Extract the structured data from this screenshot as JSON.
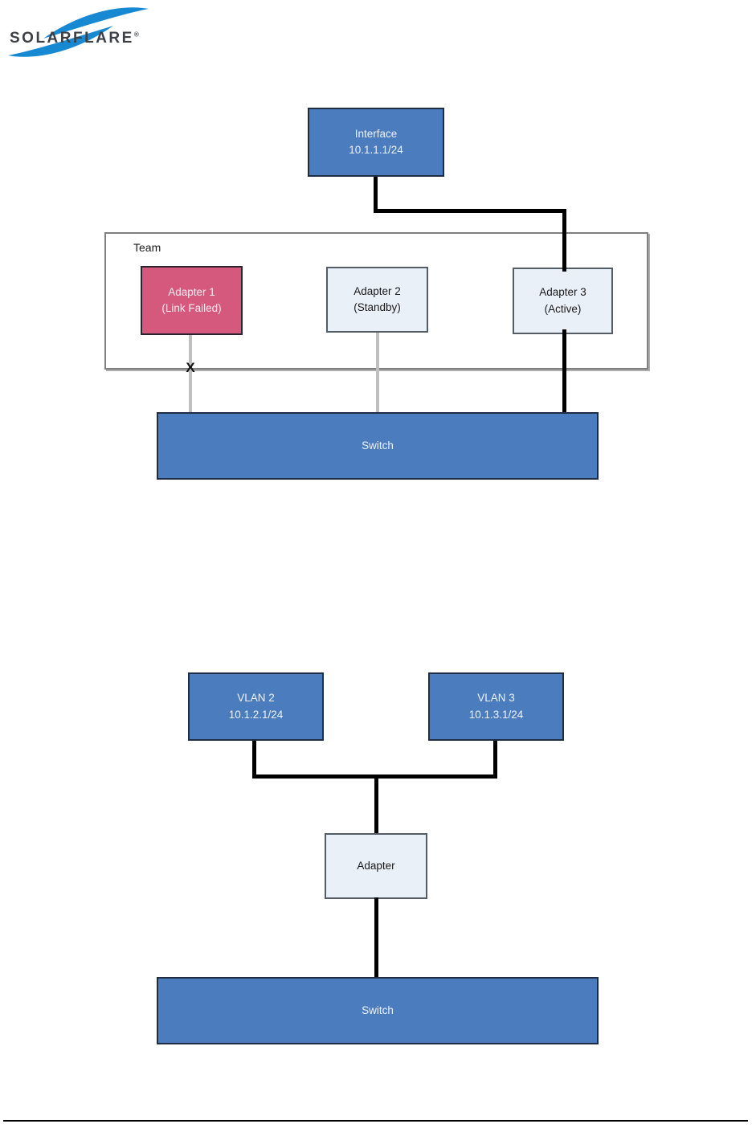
{
  "logo": {
    "brand": "SOLARFLARE",
    "registered": "®",
    "swoosh_color": "#1789d2",
    "text_color": "#3d4045"
  },
  "diagram1": {
    "interface_node": {
      "line1": "Interface",
      "line2": "10.1.1.1/24"
    },
    "team_label": "Team",
    "adapter1": {
      "line1": "Adapter 1",
      "line2": "(Link Failed)"
    },
    "adapter2": {
      "line1": "Adapter 2",
      "line2": "(Standby)"
    },
    "adapter3": {
      "line1": "Adapter 3",
      "line2": "(Active)"
    },
    "switch_label": "Switch",
    "failed_link_mark": "X"
  },
  "diagram2": {
    "vlan2": {
      "line1": "VLAN 2",
      "line2": "10.1.2.1/24"
    },
    "vlan3": {
      "line1": "VLAN 3",
      "line2": "10.1.3.1/24"
    },
    "adapter_label": "Adapter",
    "switch_label": "Switch"
  },
  "colors": {
    "node_blue": "#4a7cbe",
    "node_pink": "#d4597d",
    "node_light": "#eaf0f8",
    "connector_black": "#000000",
    "connector_gray": "#bfbfbf",
    "team_border": "#7f7f7f"
  }
}
